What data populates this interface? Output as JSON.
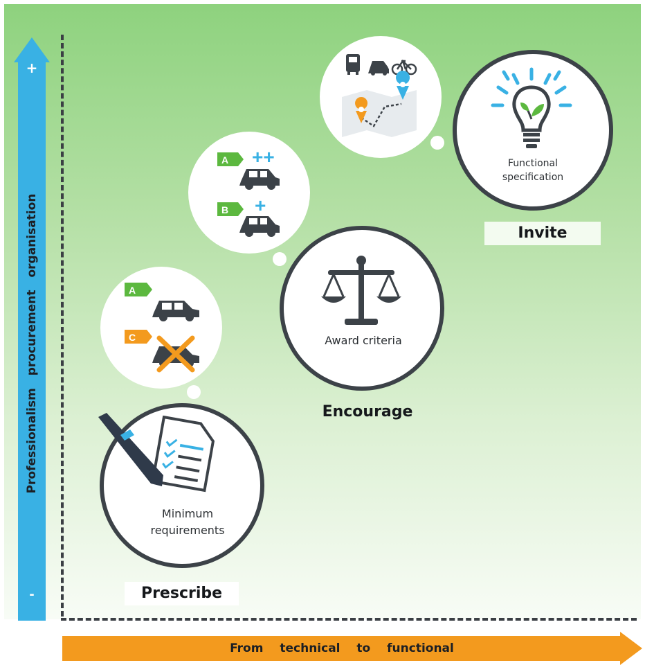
{
  "axes": {
    "vertical": {
      "label": "Professionalism procurement organisation",
      "top_symbol": "+",
      "bottom_symbol": "-",
      "color": "#39b1e4"
    },
    "horizontal": {
      "label": "From technical to functional",
      "color": "#f39a1e"
    }
  },
  "stages": [
    {
      "name": "Prescribe",
      "circle_label_1": "Minimum",
      "circle_label_2": "requirements",
      "icon": "checklist-pen-icon",
      "bubble_icons": [
        "energy-label-A-icon",
        "car-icon",
        "energy-label-C-icon",
        "crossed-out-car-icon"
      ],
      "bubble_labels": [
        "A",
        "C"
      ]
    },
    {
      "name": "Encourage",
      "circle_label": "Award criteria",
      "icon": "scales-icon",
      "bubble_icons": [
        "energy-label-A-icon",
        "plus-plus-icon",
        "car-icon",
        "energy-label-B-icon",
        "plus-icon",
        "car-icon"
      ],
      "bubble_labels": [
        "A",
        "++",
        "B",
        "+"
      ]
    },
    {
      "name": "Invite",
      "circle_label_1": "Functional",
      "circle_label_2": "specification",
      "icon": "lightbulb-icon",
      "bubble_icons": [
        "bus-icon",
        "car-icon",
        "bicycle-icon",
        "map-route-icon"
      ]
    }
  ],
  "colors": {
    "label_green": "#5cb83f",
    "label_orange": "#f39a1e",
    "accent_blue": "#39b1e4",
    "dark": "#3c4248"
  }
}
